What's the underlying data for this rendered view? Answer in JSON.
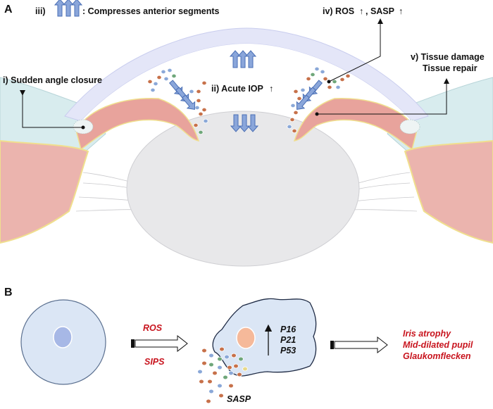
{
  "panel_a": {
    "label": "A",
    "legend_prefix": "iii)",
    "legend_text": ": Compresses anterior segments",
    "label_i": "i) Sudden angle closure",
    "label_ii": "ii) Acute IOP",
    "label_iv": "iv) ROS",
    "label_iv_b": ", SASP",
    "label_v1": "v) Tissue damage",
    "label_v2": "Tissue repair"
  },
  "panel_b": {
    "label": "B",
    "ros": "ROS",
    "sips": "SIPS",
    "markers": [
      "P16",
      "P21",
      "P53"
    ],
    "sasp": "SASP",
    "outcomes": [
      "Iris atrophy",
      "Mid-dilated pupil",
      "Glaukomflecken"
    ]
  },
  "colors": {
    "cornea": "#e4e6f8",
    "iris": "#eaa9a3",
    "ciliary": "#e9b6b0",
    "sclera": "#d8ecee",
    "lens": "#e8e8ea",
    "arrow_fill": "#8aa6da",
    "arrow_stroke": "#4a6fb5",
    "cell": "#dbe6f5",
    "red_text": "#c8141e",
    "particle_colors": [
      "#8aa8d8",
      "#c7714a",
      "#6fa77a",
      "#e8d98a"
    ]
  },
  "icons": [
    "up-arrow-glyph",
    "triple-blue-arrow",
    "open-block-arrow"
  ]
}
